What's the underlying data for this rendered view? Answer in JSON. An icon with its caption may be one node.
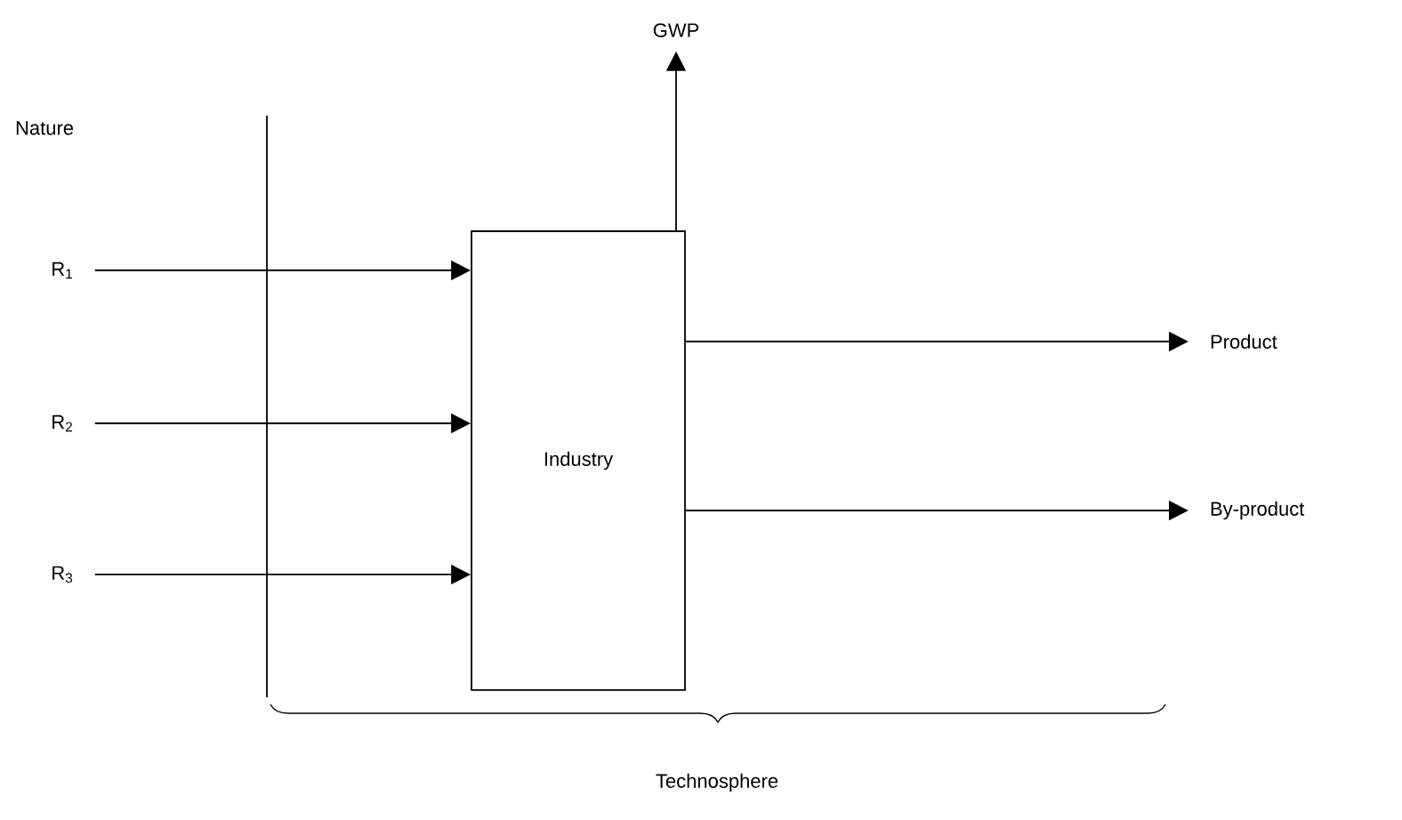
{
  "diagram": {
    "nodes": [
      {
        "text": [
          "Industry"
        ]
      },
      {
        "text": [
          "R$_{1}$"
        ]
      },
      {
        "text": [
          "R$_{2}$"
        ]
      },
      {
        "text": [
          "R$_{3}$"
        ]
      },
      {
        "text": [
          "GWP"
        ]
      },
      {
        "text": [
          "Product"
        ]
      },
      {
        "text": [
          "By-product"
        ]
      }
    ],
    "edges": [
      {
        "from": 1,
        "to": 0,
        "arrow": "to"
      },
      {
        "from": 2,
        "to": 0,
        "arrow": "to"
      },
      {
        "from": 3,
        "to": 0,
        "arrow": "to"
      },
      {
        "from": 0,
        "to": 4,
        "arrow": "to"
      },
      {
        "from": 0,
        "to": 5,
        "arrow": "to"
      },
      {
        "from": 0,
        "to": 6,
        "arrow": "to"
      }
    ],
    "labels": [
      "Nature",
      "Technosphere"
    ]
  }
}
